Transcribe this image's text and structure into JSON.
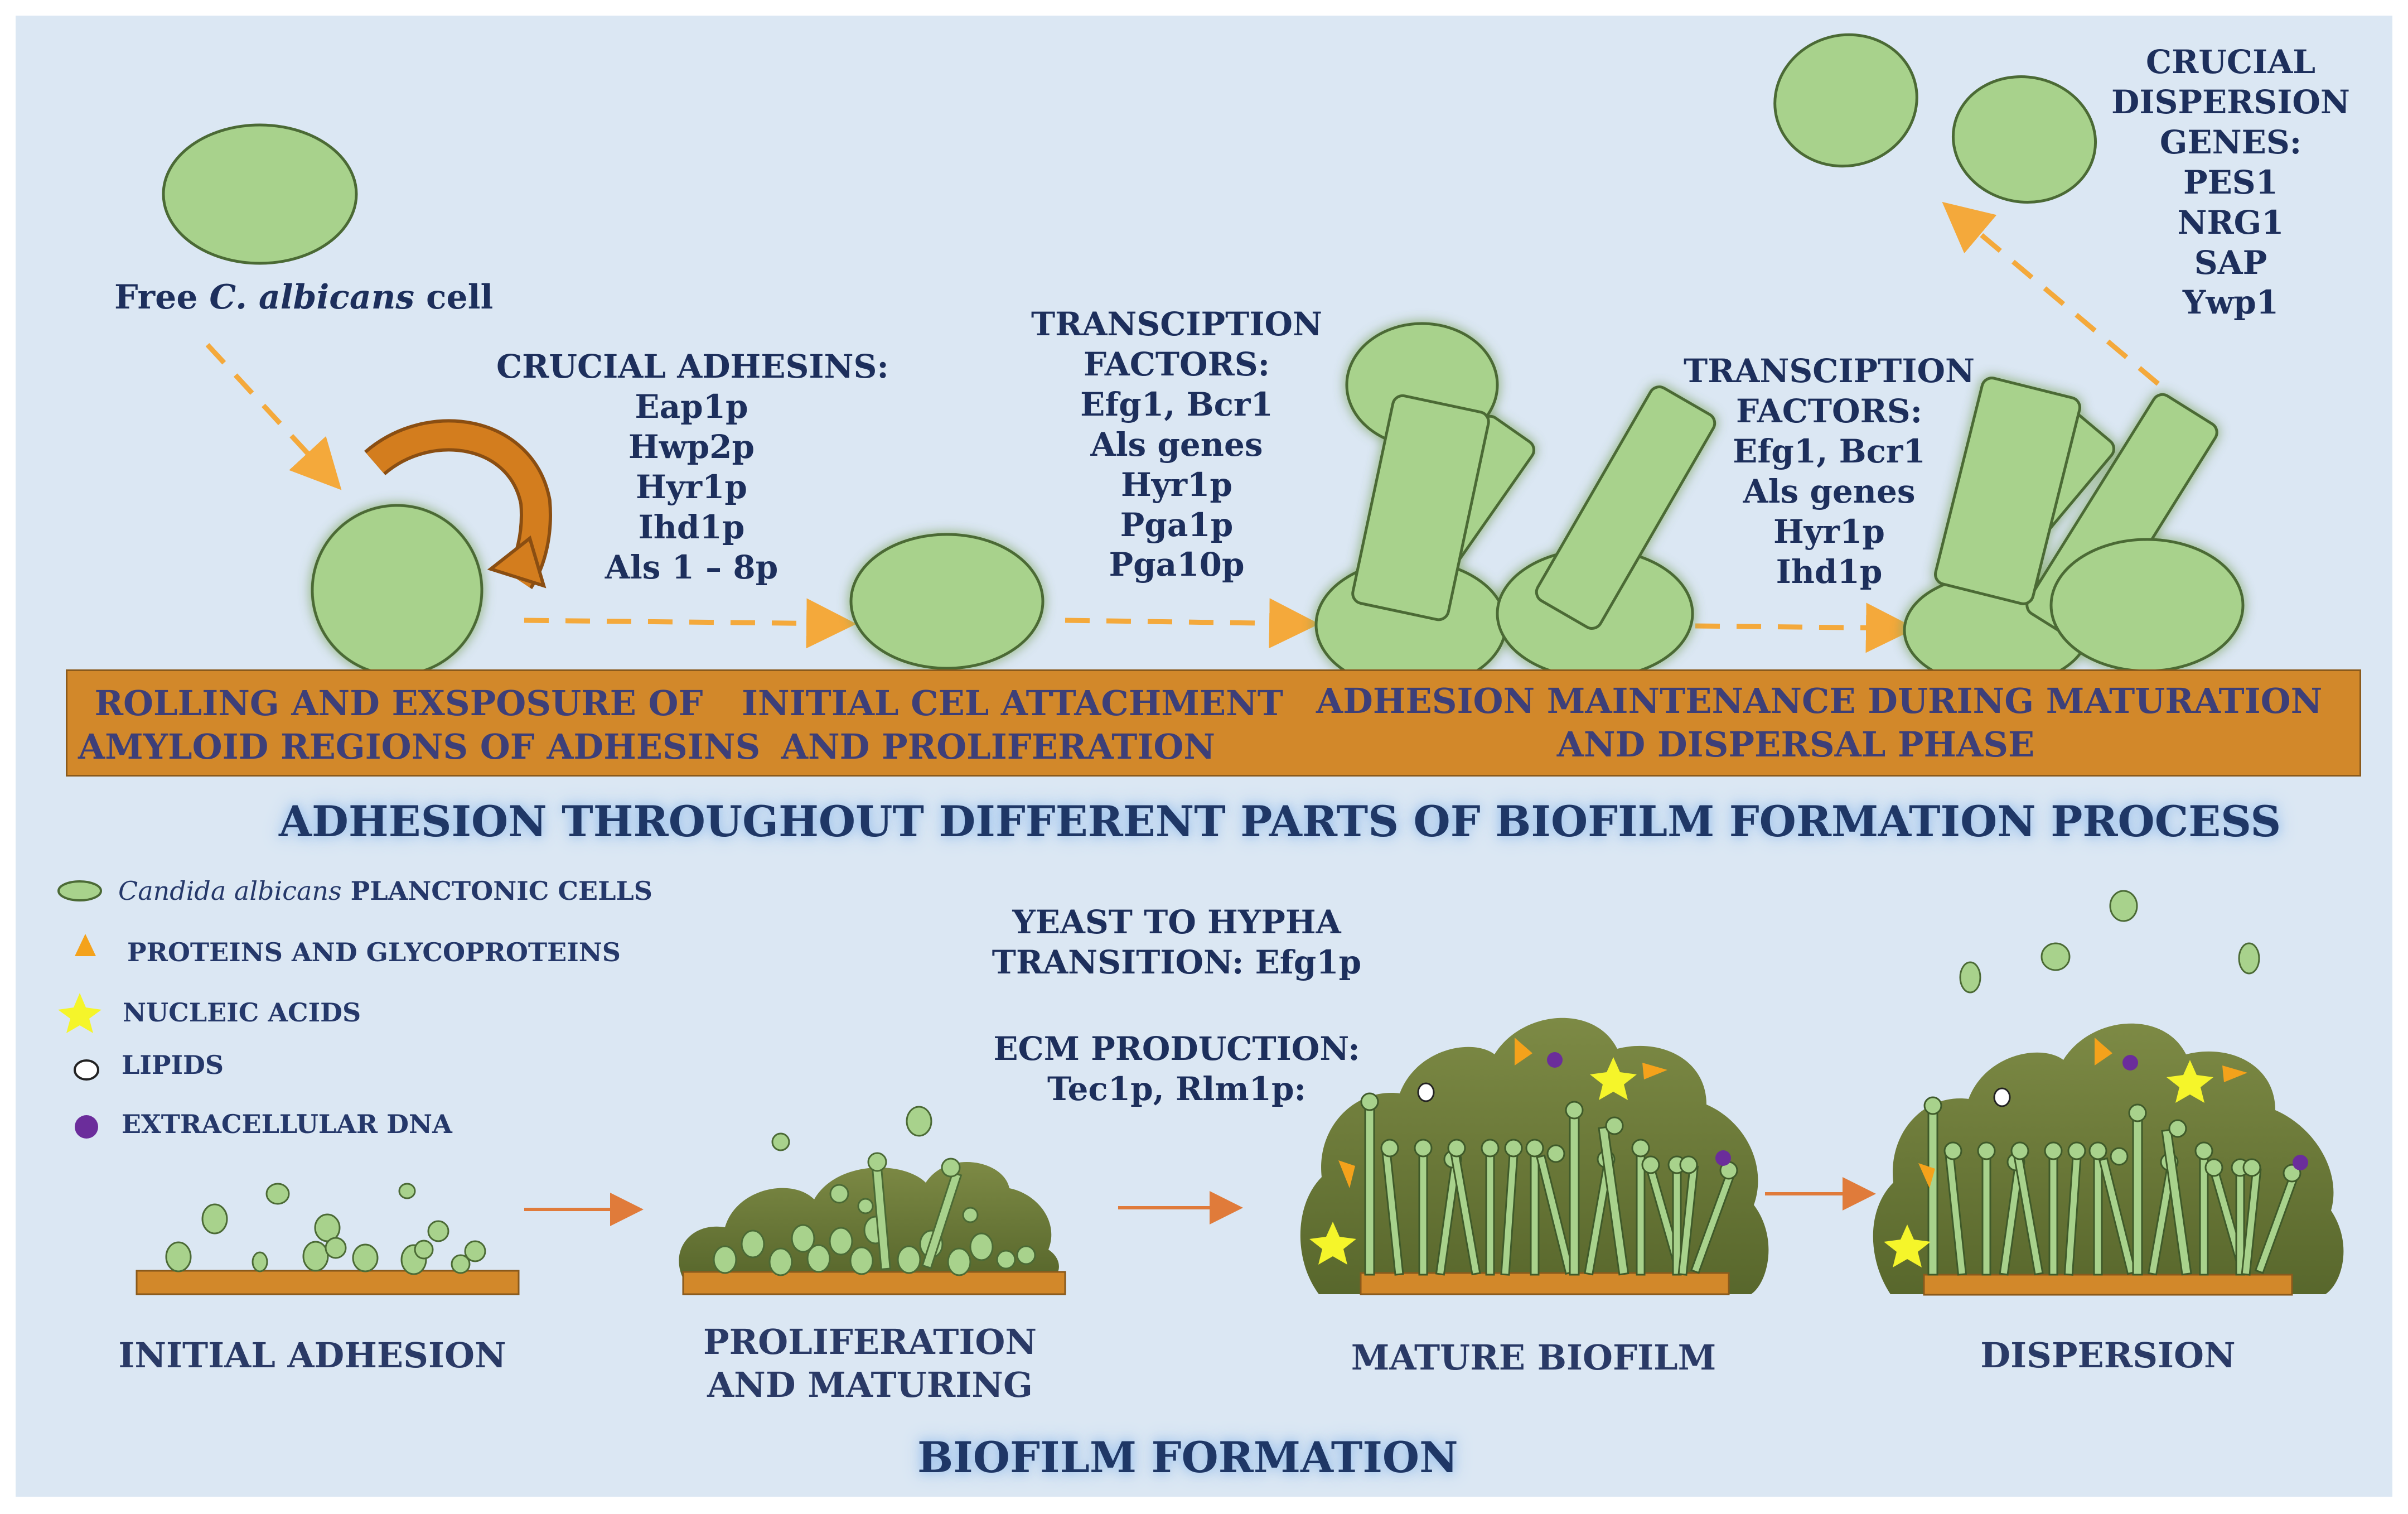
{
  "free_cell_label": {
    "prefix": "Free ",
    "italic": "C. albicans",
    "suffix": " cell"
  },
  "adhesins": {
    "title": "CRUCIAL ADHESINS:",
    "items": [
      "Eap1p",
      "Hwp2p",
      "Hyr1p",
      "Ihd1p",
      "Als 1 – 8p"
    ]
  },
  "tf_initial": {
    "title_line1": "TRANSCIPTION",
    "title_line2": "FACTORS:",
    "items": [
      "Efg1,  Bcr1",
      "Als genes",
      "Hyr1p",
      "Pga1p",
      "Pga10p"
    ]
  },
  "tf_maturation": {
    "title_line1": "TRANSCIPTION",
    "title_line2": "FACTORS:",
    "items": [
      "Efg1,  Bcr1",
      "Als genes",
      "Hyr1p",
      "Ihd1p"
    ]
  },
  "dispersion_genes": {
    "lines": [
      "CRUCIAL",
      "DISPERSION",
      "GENES:",
      "PES1",
      "NRG1",
      "SAP",
      "Ywp1"
    ]
  },
  "strip_labels": {
    "rolling": [
      "ROLLING AND EXSPOSURE OF",
      "AMYLOID REGIONS OF ADHESINS"
    ],
    "initial": [
      "INITIAL CEL ATTACHMENT",
      "AND PROLIFERATION"
    ],
    "maintenance": [
      "ADHESION MAINTENANCE DURING MATURATION",
      "AND DISPERSAL PHASE"
    ]
  },
  "section_title": "ADHESION THROUGHOUT DIFFERENT PARTS OF BIOFILM FORMATION PROCESS",
  "legend": [
    {
      "icon": "green-ellipse-icon",
      "italic": "Candida albicans",
      "text": " PLANCTONIC CELLS"
    },
    {
      "icon": "orange-triangle-icon",
      "italic": "",
      "text": "PROTEINS AND GLYCOPROTEINS"
    },
    {
      "icon": "yellow-star-icon",
      "italic": "",
      "text": "NUCLEIC ACIDS"
    },
    {
      "icon": "white-circle-icon",
      "italic": "",
      "text": "LIPIDS"
    },
    {
      "icon": "purple-dot-icon",
      "italic": "",
      "text": "EXTRACELLULAR DNA"
    }
  ],
  "hypha_note": {
    "lines": [
      "YEAST TO HYPHA",
      "TRANSITION: Efg1p"
    ]
  },
  "ecm_note": {
    "lines": [
      "ECM PRODUCTION:",
      "Tec1p, Rlm1p:"
    ]
  },
  "stages": {
    "initial_adhesion": "INITIAL ADHESION",
    "proliferation": [
      "PROLIFERATION",
      "AND MATURING"
    ],
    "mature": "MATURE BIOFILM",
    "dispersion": "DISPERSION"
  },
  "bottom_title": "BIOFILM FORMATION",
  "colors": {
    "cell_green": "#a8d28c",
    "substrate_orange": "#d2882a",
    "arrow_orange": "#f4a93b",
    "biofilm_olive": "#6f7f3a",
    "text_navy": "#1d2f5c",
    "background": "#dbe7f3"
  }
}
